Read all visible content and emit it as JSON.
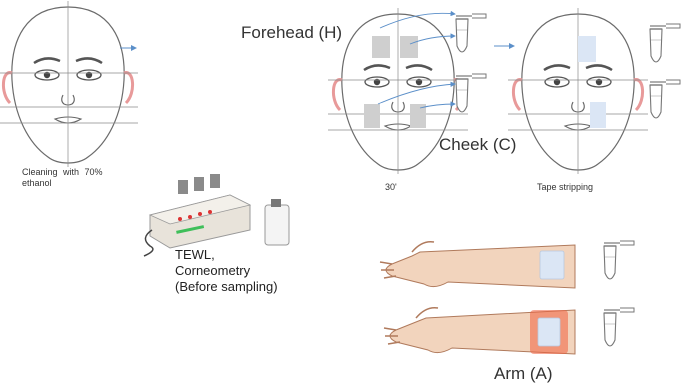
{
  "labels": {
    "cleaning": "Cleaning with 70% ethanol",
    "thirty": "30'",
    "tape": "Tape stripping",
    "forehead": "Forehead (H)",
    "cheek": "Cheek (C)",
    "arm": "Arm (A)",
    "tewl_line1": "TEWL,",
    "tewl_line2": "Corneometry",
    "tewl_line3": "(Before sampling)"
  },
  "colors": {
    "line": "#6b6b6b",
    "guide": "#8a8a8a",
    "ear": "#e89a9a",
    "patch_gray": "#cfcfcf",
    "patch_blue": "#dbe6f5",
    "arrow": "#5b8fc9",
    "arm_red": "#f06040",
    "device": "#e8e3da"
  }
}
